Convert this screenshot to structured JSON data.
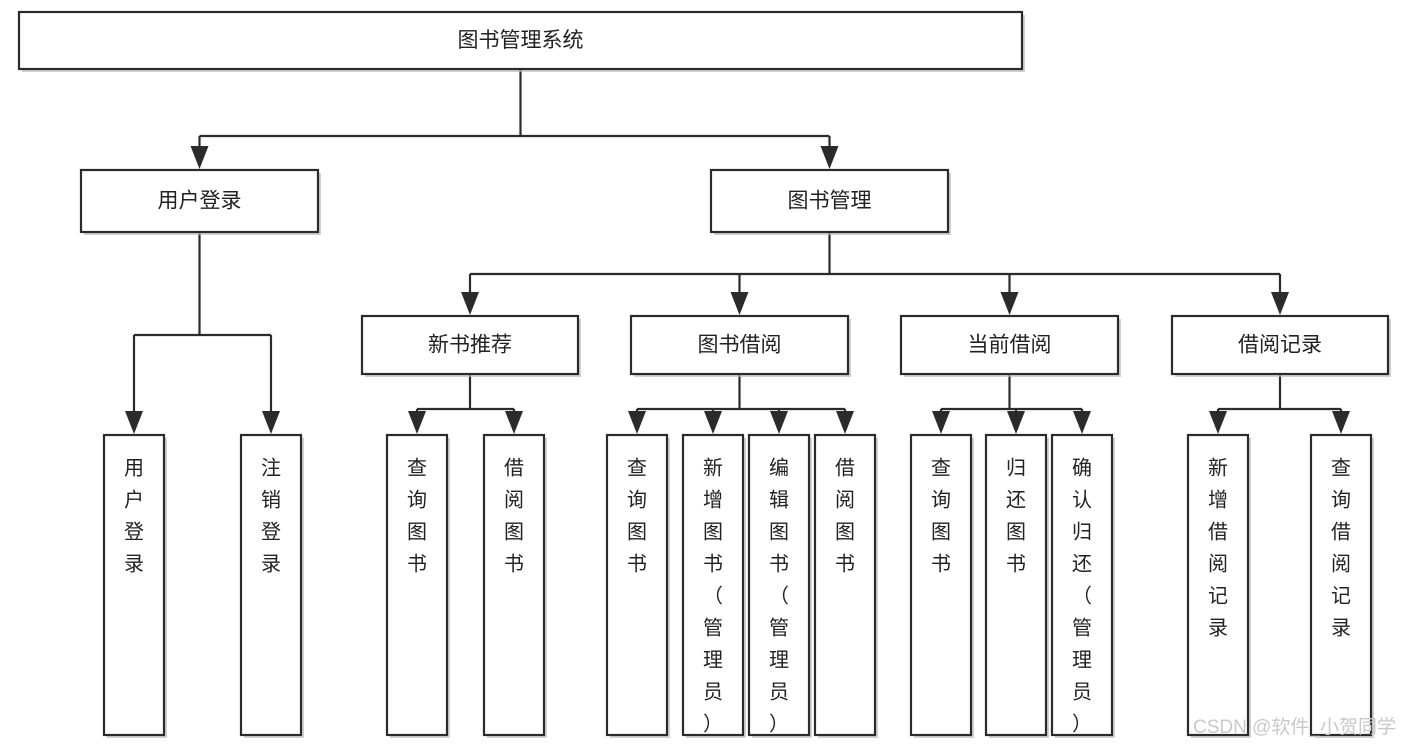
{
  "diagram": {
    "title": "图书管理系统",
    "type": "hierarchy-tree",
    "orientation": "top-down",
    "levels": [
      {
        "level": 1,
        "nodes": [
          {
            "id": "root",
            "label": "图书管理系统",
            "text_direction": "horizontal"
          }
        ]
      },
      {
        "level": 2,
        "nodes": [
          {
            "id": "user-login",
            "label": "用户登录",
            "text_direction": "horizontal",
            "parent": "root"
          },
          {
            "id": "book-manage",
            "label": "图书管理",
            "text_direction": "horizontal",
            "parent": "root"
          }
        ]
      },
      {
        "level": 3,
        "nodes": [
          {
            "id": "new-book-recommend",
            "label": "新书推荐",
            "text_direction": "horizontal",
            "parent": "book-manage"
          },
          {
            "id": "book-borrow",
            "label": "图书借阅",
            "text_direction": "horizontal",
            "parent": "book-manage"
          },
          {
            "id": "current-borrow",
            "label": "当前借阅",
            "text_direction": "horizontal",
            "parent": "book-manage"
          },
          {
            "id": "borrow-record",
            "label": "借阅记录",
            "text_direction": "horizontal",
            "parent": "book-manage"
          }
        ]
      },
      {
        "level": 4,
        "nodes": [
          {
            "id": "leaf-user-login",
            "label": "用户登录",
            "text_direction": "vertical",
            "parent": "user-login"
          },
          {
            "id": "leaf-logout",
            "label": "注销登录",
            "text_direction": "vertical",
            "parent": "user-login"
          },
          {
            "id": "leaf-query-book-1",
            "label": "查询图书",
            "text_direction": "vertical",
            "parent": "new-book-recommend"
          },
          {
            "id": "leaf-borrow-book-1",
            "label": "借阅图书",
            "text_direction": "vertical",
            "parent": "new-book-recommend"
          },
          {
            "id": "leaf-query-book-2",
            "label": "查询图书",
            "text_direction": "vertical",
            "parent": "book-borrow"
          },
          {
            "id": "leaf-add-book",
            "label": "新增图书（管理员）",
            "text_direction": "vertical",
            "parent": "book-borrow"
          },
          {
            "id": "leaf-edit-book",
            "label": "编辑图书（管理员）",
            "text_direction": "vertical",
            "parent": "book-borrow"
          },
          {
            "id": "leaf-borrow-book-2",
            "label": "借阅图书",
            "text_direction": "vertical",
            "parent": "book-borrow"
          },
          {
            "id": "leaf-query-book-3",
            "label": "查询图书",
            "text_direction": "vertical",
            "parent": "current-borrow"
          },
          {
            "id": "leaf-return-book",
            "label": "归还图书",
            "text_direction": "vertical",
            "parent": "current-borrow"
          },
          {
            "id": "leaf-confirm-return",
            "label": "确认归还（管理员）",
            "text_direction": "vertical",
            "parent": "current-borrow"
          },
          {
            "id": "leaf-add-record",
            "label": "新增借阅记录",
            "text_direction": "vertical",
            "parent": "borrow-record"
          },
          {
            "id": "leaf-query-record",
            "label": "查询借阅记录",
            "text_direction": "vertical",
            "parent": "borrow-record"
          }
        ]
      }
    ],
    "colors": {
      "box_stroke": "#2b2b2b",
      "box_fill": "#ffffff",
      "connector": "#2b2b2b",
      "text": "#222222",
      "background": "#ffffff",
      "watermark": "#c9c9c9"
    }
  },
  "watermark": {
    "text": "CSDN @软件_小贺同学"
  }
}
